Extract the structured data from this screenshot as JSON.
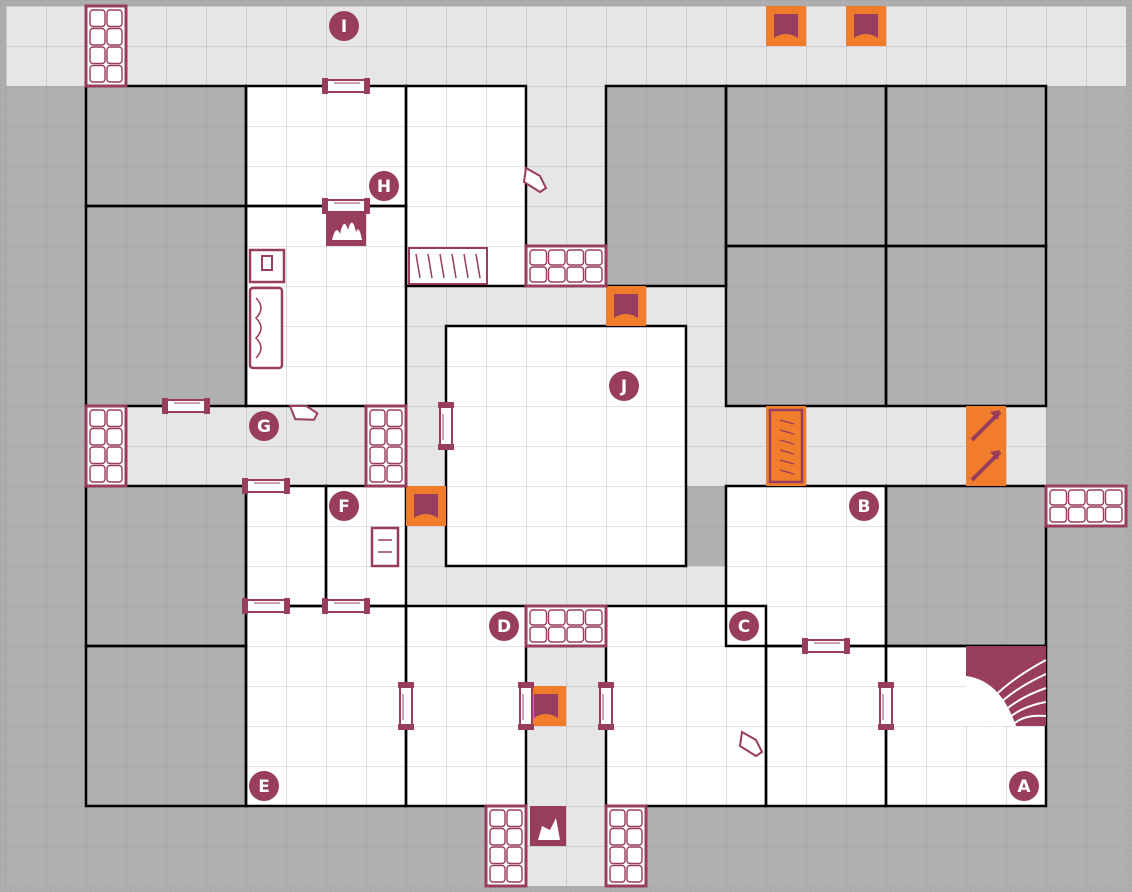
{
  "board": {
    "type": "dungeon-map",
    "grid": "square",
    "colors": {
      "outside": "#aeaeae",
      "corridor": "#e6e6e6",
      "room": "#ffffff",
      "blocked": "#b0b0b0",
      "wall": "#000000",
      "gridline": "#8a8a8a",
      "feature": "#993d5e",
      "highlight": "#f07c2c"
    }
  },
  "room_markers": [
    {
      "label": "A"
    },
    {
      "label": "B"
    },
    {
      "label": "C"
    },
    {
      "label": "D"
    },
    {
      "label": "E"
    },
    {
      "label": "F"
    },
    {
      "label": "G"
    },
    {
      "label": "H"
    },
    {
      "label": "I"
    },
    {
      "label": "J"
    }
  ],
  "doors": [
    {
      "orientation": "horizontal"
    },
    {
      "orientation": "horizontal"
    },
    {
      "orientation": "horizontal"
    },
    {
      "orientation": "horizontal"
    },
    {
      "orientation": "horizontal"
    },
    {
      "orientation": "horizontal"
    },
    {
      "orientation": "horizontal"
    },
    {
      "orientation": "vertical"
    },
    {
      "orientation": "vertical"
    },
    {
      "orientation": "vertical"
    },
    {
      "orientation": "vertical"
    },
    {
      "orientation": "vertical"
    }
  ],
  "rubble_walls": [
    {
      "orientation": "vertical"
    },
    {
      "orientation": "vertical"
    },
    {
      "orientation": "vertical"
    },
    {
      "orientation": "horizontal"
    },
    {
      "orientation": "horizontal"
    },
    {
      "orientation": "horizontal"
    },
    {
      "orientation": "vertical"
    },
    {
      "orientation": "vertical"
    }
  ],
  "furniture": [
    {
      "name": "fireplace",
      "icon": "fireplace-icon"
    },
    {
      "name": "throne",
      "icon": "throne-icon"
    },
    {
      "name": "tomb",
      "icon": "tomb-icon"
    },
    {
      "name": "bookcase",
      "icon": "bookcase-icon"
    },
    {
      "name": "chair",
      "icon": "chair-icon"
    },
    {
      "name": "stairs",
      "icon": "stairs-icon"
    },
    {
      "name": "orange-tomb",
      "icon": "tomb-icon",
      "highlighted": true
    },
    {
      "name": "alchemist-bench",
      "icon": "bench-icon"
    }
  ],
  "traps": [
    {
      "name": "pit-trap",
      "icon": "pit-trap-icon"
    },
    {
      "name": "pit-trap",
      "icon": "pit-trap-icon"
    },
    {
      "name": "pit-trap",
      "icon": "pit-trap-icon"
    },
    {
      "name": "pit-trap",
      "icon": "pit-trap-icon"
    },
    {
      "name": "pit-trap",
      "icon": "pit-trap-icon"
    }
  ],
  "weapons": [
    {
      "name": "spear",
      "icon": "spear-icon"
    },
    {
      "name": "spear",
      "icon": "spear-icon"
    }
  ],
  "boots": [
    {
      "name": "boot",
      "icon": "boot-icon"
    },
    {
      "name": "boot",
      "icon": "boot-icon"
    },
    {
      "name": "boot",
      "icon": "boot-icon"
    }
  ]
}
